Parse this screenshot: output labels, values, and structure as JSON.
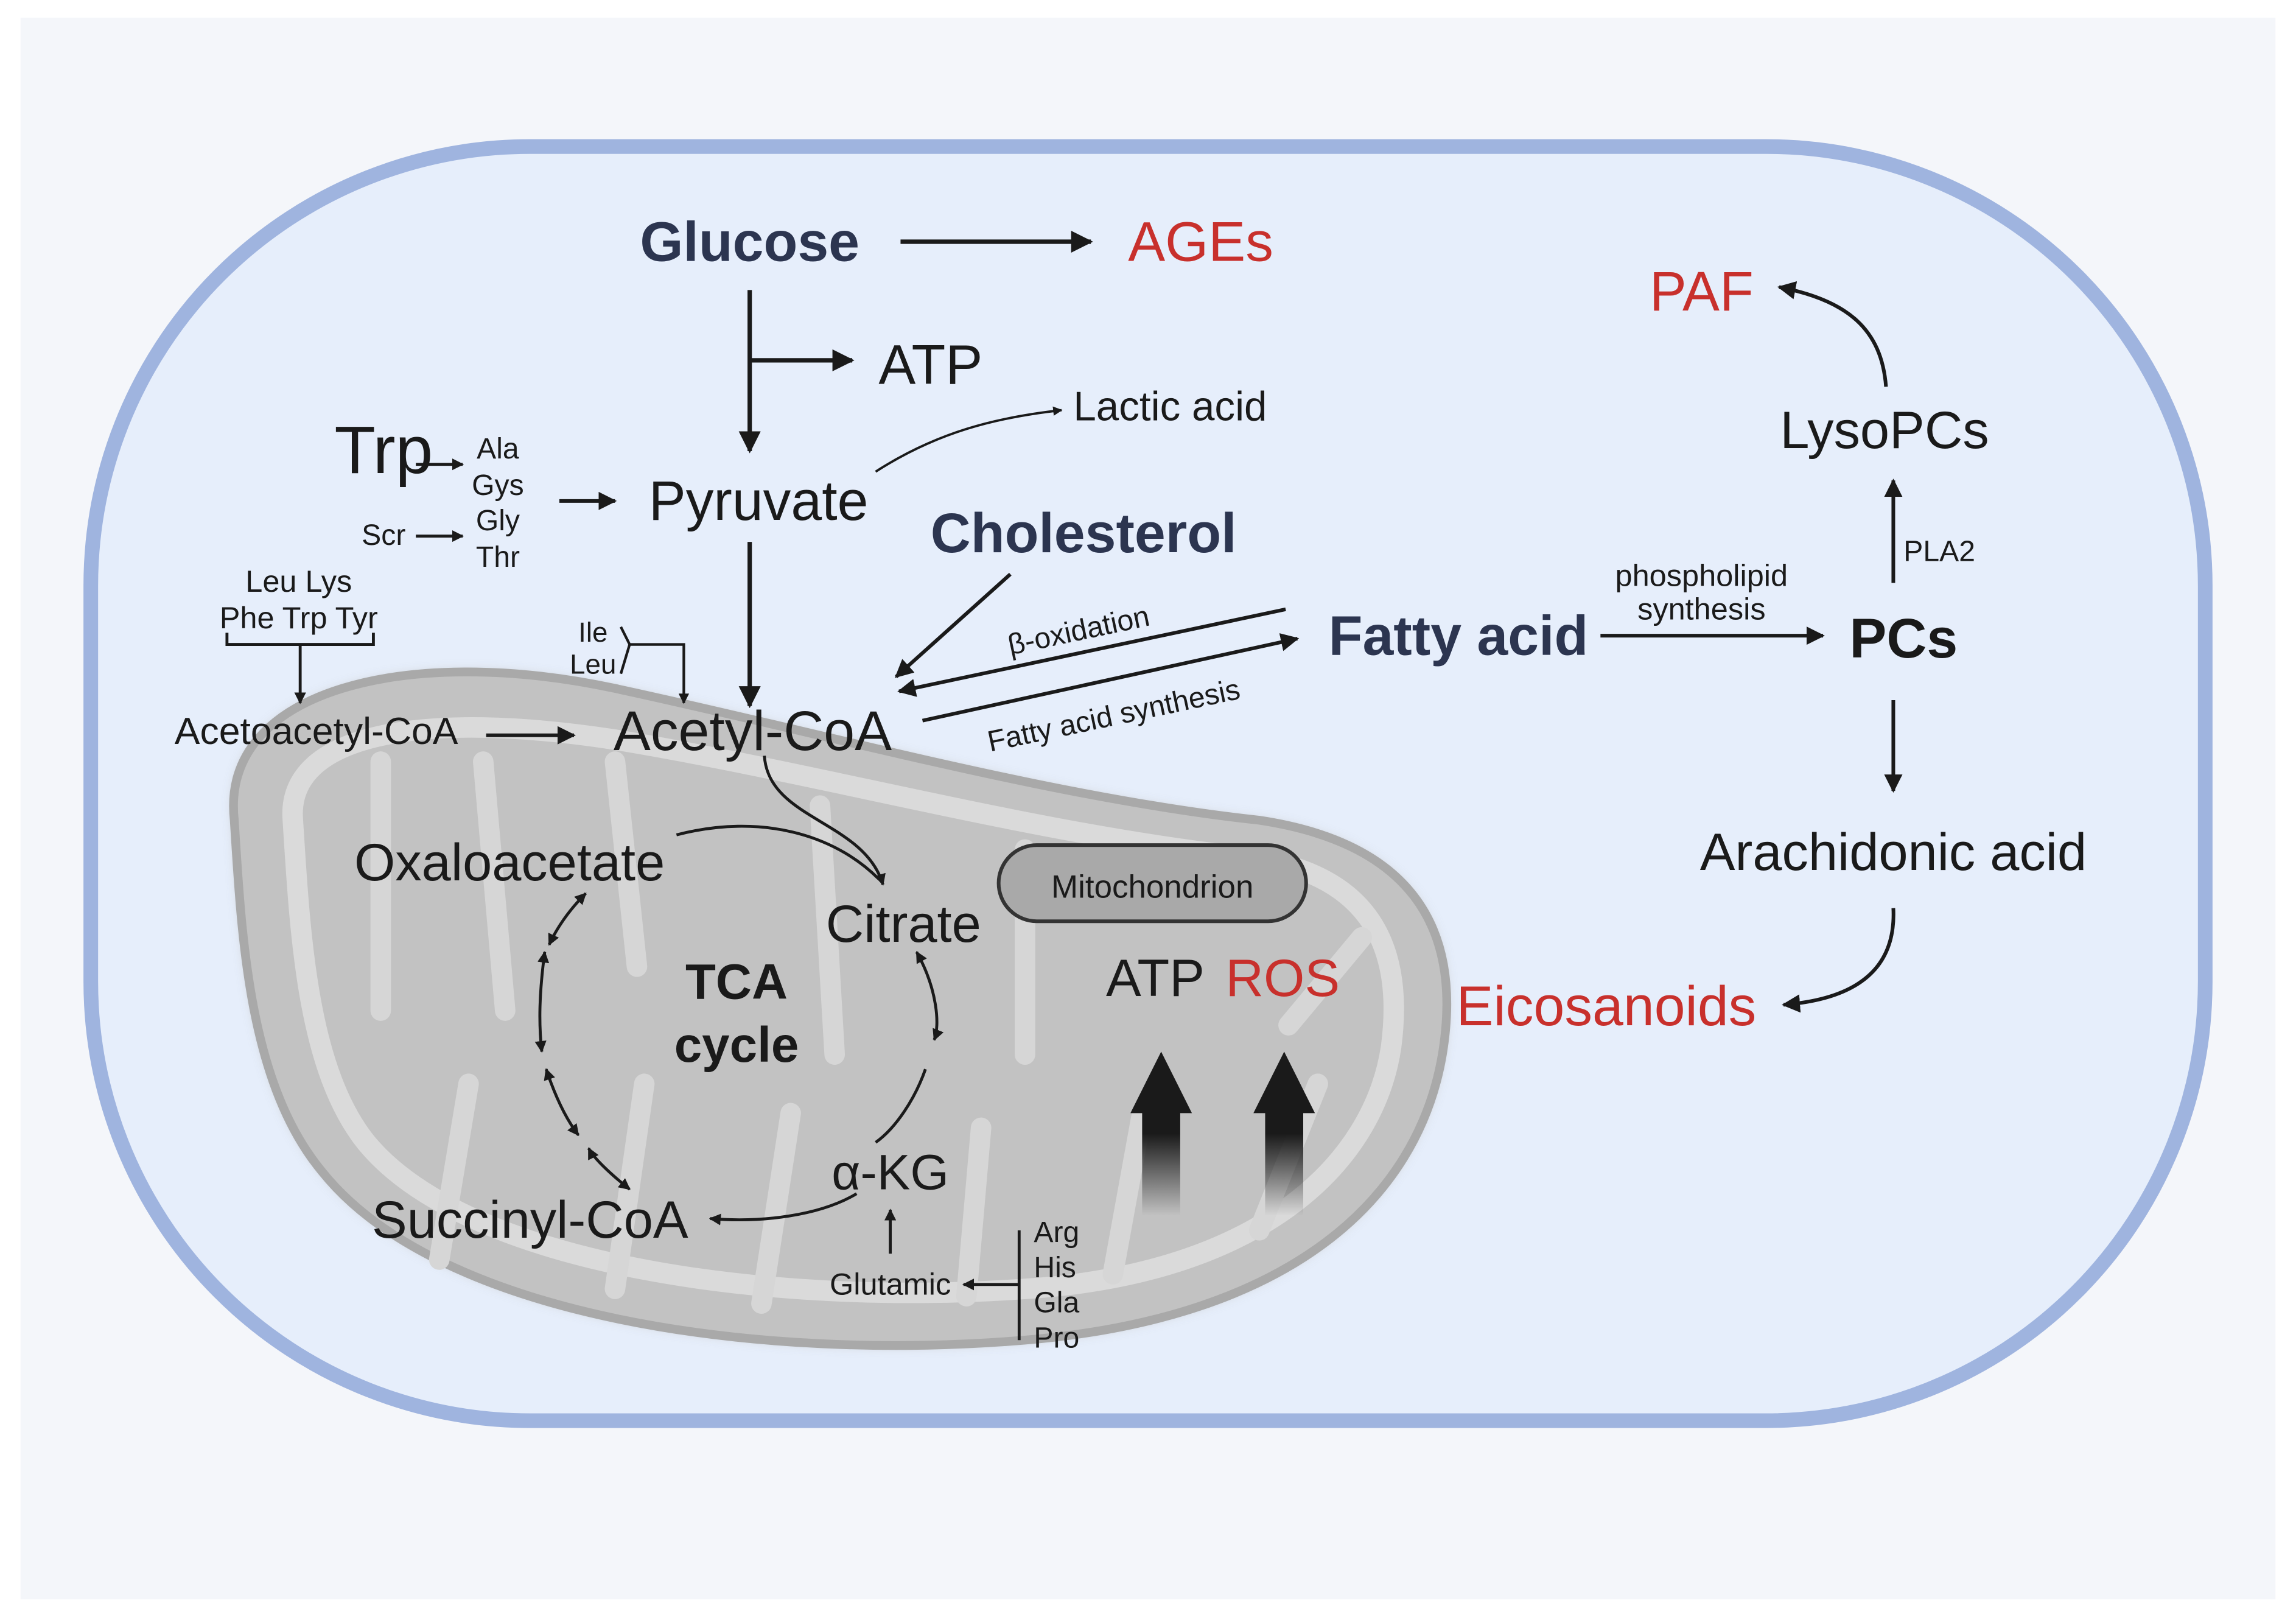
{
  "compartments": {
    "mitochondrion_label": "Mitochondrion",
    "tca_label_line1": "TCA",
    "tca_label_line2": "cycle"
  },
  "metabolites": {
    "glucose": "Glucose",
    "ages": "AGEs",
    "atp_glycolysis": "ATP",
    "lactic_acid": "Lactic acid",
    "pyruvate": "Pyruvate",
    "cholesterol": "Cholesterol",
    "acetyl_coa": "Acetyl-CoA",
    "acetoacetyl_coa": "Acetoacetyl-CoA",
    "fatty_acid": "Fatty acid",
    "pcs": "PCs",
    "lysopcs": "LysoPCs",
    "paf": "PAF",
    "arachidonic_acid": "Arachidonic acid",
    "eicosanoids": "Eicosanoids",
    "oxaloacetate": "Oxaloacetate",
    "citrate": "Citrate",
    "alpha_kg": "α-KG",
    "succinyl_coa": "Succinyl-CoA",
    "glutamic": "Glutamic",
    "atp_mito": "ATP",
    "ros": "ROS"
  },
  "amino_acids": {
    "trp": "Trp",
    "scr": "Scr",
    "ala": "Ala",
    "gys": "Gys",
    "gly": "Gly",
    "thr": "Thr",
    "leu_lys": "Leu Lys",
    "phe_trp_tyr": "Phe Trp Tyr",
    "ile": "Ile",
    "leu": "Leu",
    "arg": "Arg",
    "his": "His",
    "gla": "Gla",
    "pro": "Pro"
  },
  "processes": {
    "beta_oxidation": "β-oxidation",
    "fatty_acid_synthesis": "Fatty acid synthesis",
    "phospholipid_line1": "phospholipid",
    "phospholipid_line2": "synthesis",
    "pla2": "PLA2"
  },
  "colors": {
    "cell_fill": "#e6eefb",
    "cell_border": "#9fb4df",
    "mito_fill": "#bfbfbf",
    "highlight_red": "#c8302c",
    "title_navy": "#2c3550"
  }
}
